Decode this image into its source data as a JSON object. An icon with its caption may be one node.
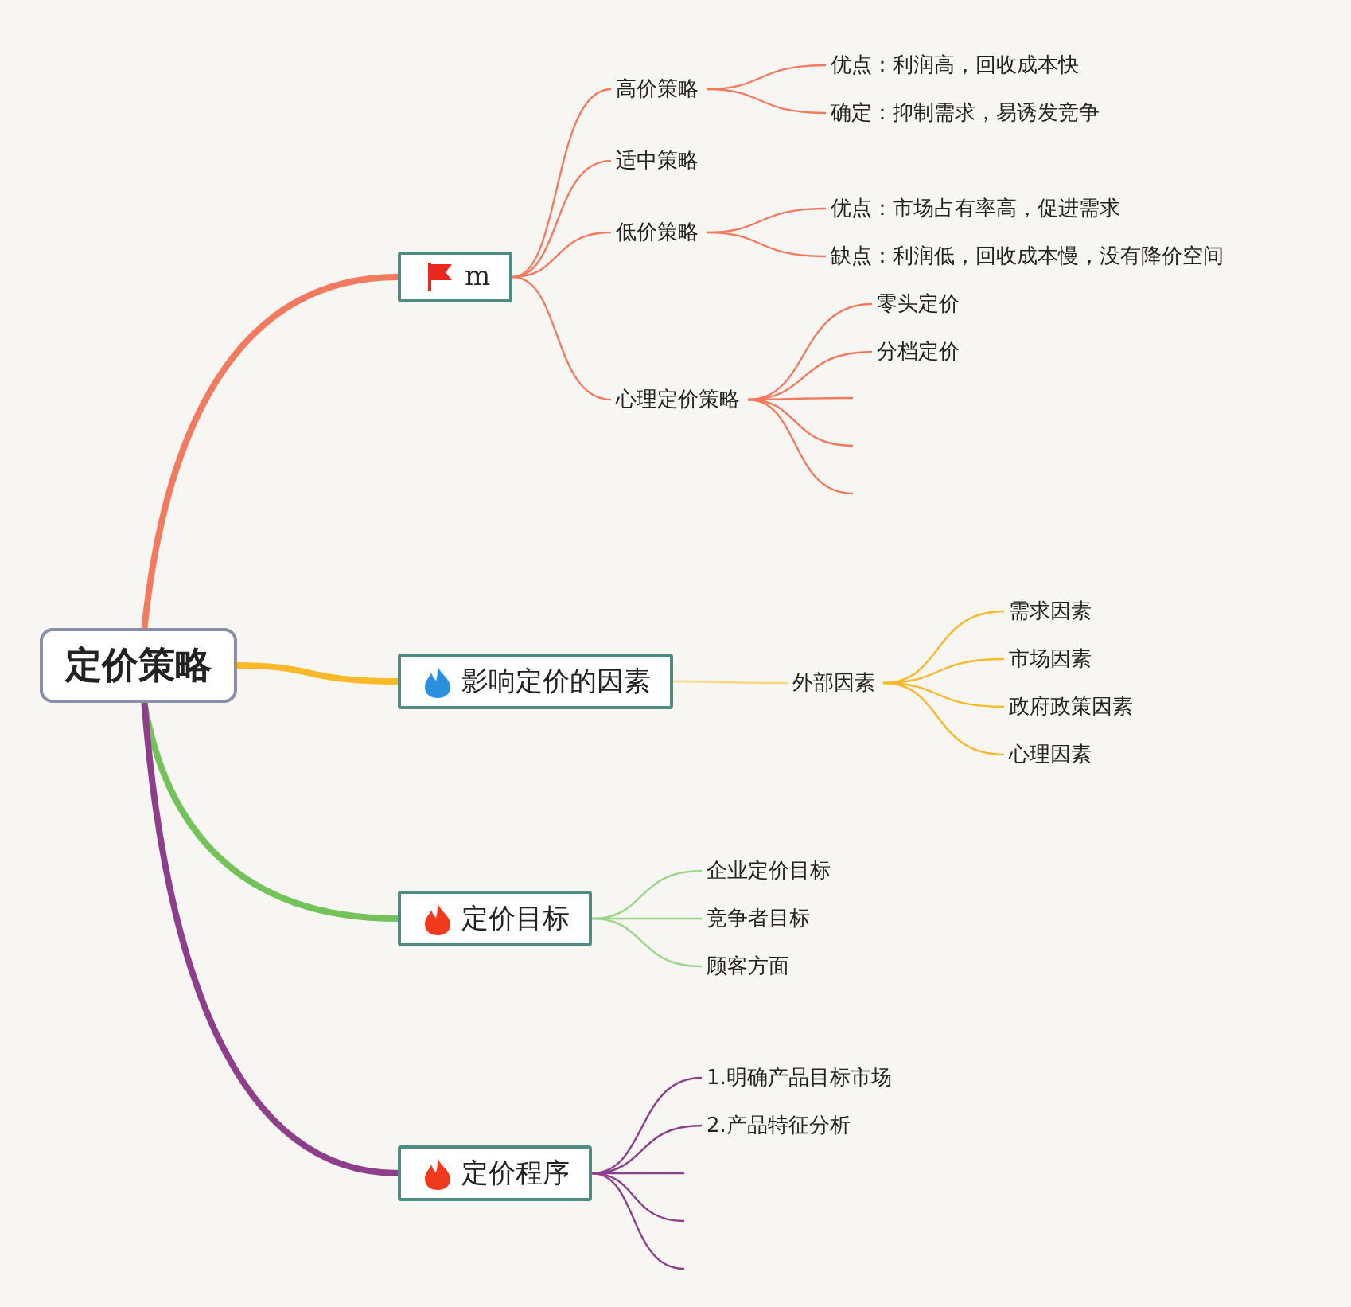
{
  "diagram": {
    "nodes": [
      {
        "text": [
          "定价策略"
        ]
      },
      {
        "text": [
          "m"
        ]
      },
      {
        "text": [
          "高价策略"
        ]
      },
      {
        "text": [
          "优点：利润高，回收成本快"
        ]
      },
      {
        "text": [
          "确定：抑制需求，易诱发竞争"
        ]
      },
      {
        "text": [
          "适中策略"
        ]
      },
      {
        "text": [
          "低价策略"
        ]
      },
      {
        "text": [
          "优点：市场占有率高，促进需求"
        ]
      },
      {
        "text": [
          "缺点：利润低，回收成本慢，没有降价空间"
        ]
      },
      {
        "text": [
          "心理定价策略"
        ]
      },
      {
        "text": [
          "零头定价"
        ]
      },
      {
        "text": [
          "分档定价"
        ]
      },
      {
        "text": [
          "影响定价的因素"
        ]
      },
      {
        "text": [
          "外部因素"
        ]
      },
      {
        "text": [
          "需求因素"
        ]
      },
      {
        "text": [
          "市场因素"
        ]
      },
      {
        "text": [
          "政府政策因素"
        ]
      },
      {
        "text": [
          "心理因素"
        ]
      },
      {
        "text": [
          "定价目标"
        ]
      },
      {
        "text": [
          "企业定价目标"
        ]
      },
      {
        "text": [
          "竞争者目标"
        ]
      },
      {
        "text": [
          "顾客方面"
        ]
      },
      {
        "text": [
          "定价程序"
        ]
      },
      {
        "text": [
          "1.明确产品目标市场"
        ]
      },
      {
        "text": [
          "2.产品特征分析"
        ]
      }
    ],
    "edges": [
      {
        "from": 0,
        "to": 1,
        "arrow": "none",
        "style": "thick",
        "color": "#f47a5f"
      },
      {
        "from": 0,
        "to": 12,
        "arrow": "none",
        "style": "thick",
        "color": "#fbb829"
      },
      {
        "from": 0,
        "to": 18,
        "arrow": "none",
        "style": "thick",
        "color": "#74c35a"
      },
      {
        "from": 0,
        "to": 22,
        "arrow": "none",
        "style": "thick",
        "color": "#8e3f8b"
      },
      {
        "from": 1,
        "to": 2,
        "arrow": "none",
        "color": "#f47a5f"
      },
      {
        "from": 2,
        "to": 3,
        "arrow": "none",
        "color": "#f47a5f"
      },
      {
        "from": 2,
        "to": 4,
        "arrow": "none",
        "color": "#f47a5f"
      },
      {
        "from": 1,
        "to": 5,
        "arrow": "none",
        "color": "#f47a5f"
      },
      {
        "from": 1,
        "to": 6,
        "arrow": "none",
        "color": "#f47a5f"
      },
      {
        "from": 6,
        "to": 7,
        "arrow": "none",
        "color": "#f47a5f"
      },
      {
        "from": 6,
        "to": 8,
        "arrow": "none",
        "color": "#f47a5f"
      },
      {
        "from": 1,
        "to": 9,
        "arrow": "none",
        "color": "#f47a5f"
      },
      {
        "from": 9,
        "to": 10,
        "arrow": "none",
        "color": "#f47a5f"
      },
      {
        "from": 9,
        "to": 11,
        "arrow": "none",
        "color": "#f47a5f"
      },
      {
        "from": 9,
        "to": null,
        "arrow": "none",
        "color": "#f47a5f"
      },
      {
        "from": 9,
        "to": null,
        "arrow": "none",
        "color": "#f47a5f"
      },
      {
        "from": 9,
        "to": null,
        "arrow": "none",
        "color": "#f47a5f"
      },
      {
        "from": 12,
        "to": 13,
        "arrow": "none",
        "color": "#f9d77e"
      },
      {
        "from": 13,
        "to": 14,
        "arrow": "none",
        "color": "#fbb829"
      },
      {
        "from": 13,
        "to": 15,
        "arrow": "none",
        "color": "#fbb829"
      },
      {
        "from": 13,
        "to": 16,
        "arrow": "none",
        "color": "#fbb829"
      },
      {
        "from": 13,
        "to": 17,
        "arrow": "none",
        "color": "#fbb829"
      },
      {
        "from": 18,
        "to": 19,
        "arrow": "none",
        "color": "#9ed58a"
      },
      {
        "from": 18,
        "to": 20,
        "arrow": "none",
        "color": "#9ed58a"
      },
      {
        "from": 18,
        "to": 21,
        "arrow": "none",
        "color": "#9ed58a"
      },
      {
        "from": 22,
        "to": 23,
        "arrow": "none",
        "color": "#8e3f8b"
      },
      {
        "from": 22,
        "to": 24,
        "arrow": "none",
        "color": "#8e3f8b"
      },
      {
        "from": 22,
        "to": null,
        "arrow": "none",
        "color": "#8e3f8b"
      },
      {
        "from": 22,
        "to": null,
        "arrow": "none",
        "color": "#8e3f8b"
      },
      {
        "from": 22,
        "to": null,
        "arrow": "none",
        "color": "#8e3f8b"
      }
    ]
  }
}
